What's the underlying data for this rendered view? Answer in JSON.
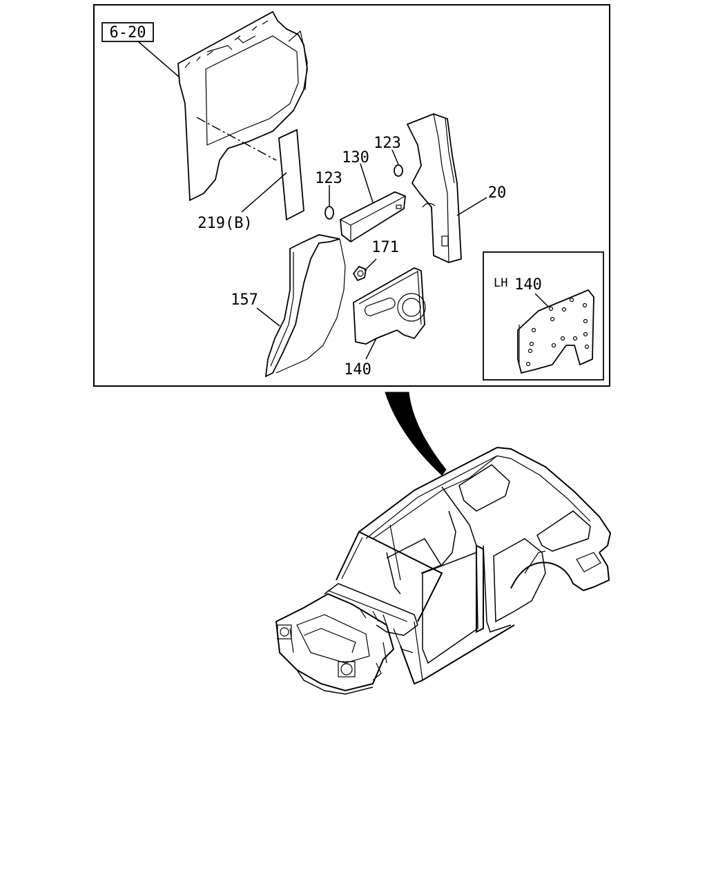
{
  "reference": "6-20",
  "inset_title": "LH",
  "callouts": {
    "p219b": "219(B)",
    "p123a": "123",
    "p123b": "123",
    "p130": "130",
    "p20": "20",
    "p171": "171",
    "p157": "157",
    "p140": "140",
    "p140_lh": "140"
  }
}
